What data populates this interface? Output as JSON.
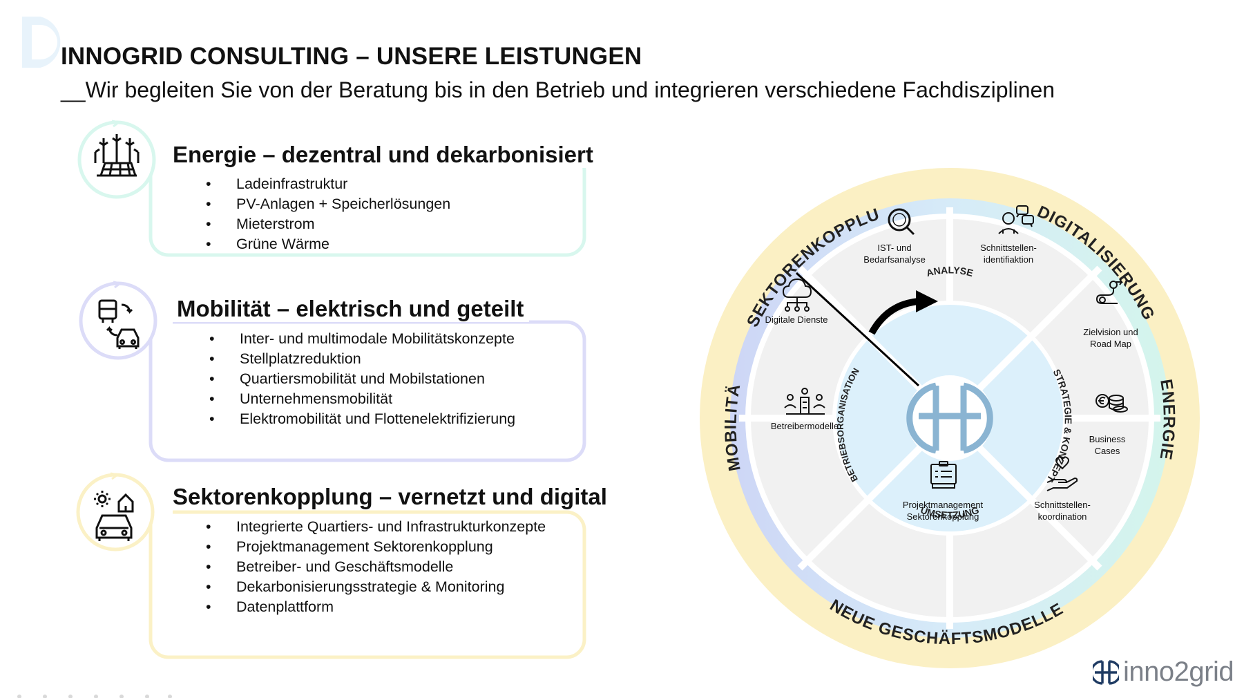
{
  "header": {
    "title": "INNOGRID CONSULTING – UNSERE LEISTUNGEN",
    "subtitle": "__Wir begleiten Sie von der Beratung bis in den Betrieb und integrieren verschiedene Fachdisziplinen"
  },
  "sections": [
    {
      "title": "Energie – dezentral und dekarbonisiert",
      "icon": "solar-wind-icon",
      "color": "#d8f7ee",
      "items": [
        "Ladeinfrastruktur",
        "PV-Anlagen + Speicherlösungen",
        "Mieterstrom",
        "Grüne Wärme"
      ]
    },
    {
      "title": "Mobilität – elektrisch und geteilt",
      "icon": "bus-car-icon",
      "color": "#dcdcf8",
      "items": [
        "Inter- und multimodale Mobilitätskonzepte",
        "Stellplatzreduktion",
        "Quartiersmobilität und Mobilstationen",
        "Unternehmensmobilität",
        "Elektromobilität und Flottenelektrifizierung"
      ]
    },
    {
      "title": "Sektorenkopplung – vernetzt und digital",
      "icon": "car-sun-house-icon",
      "color": "#fbf1c6",
      "items": [
        "Integrierte Quartiers- und Infrastrukturkonzepte",
        "Projektmanagement Sektorenkopplung",
        "Betreiber- und Geschäftsmodelle",
        "Dekarbonisierungsstrategie & Monitoring",
        "Datenplattform"
      ]
    }
  ],
  "wheel": {
    "outer_labels": {
      "top_left": "SEKTORENKOPPLUNG",
      "top_right": "DIGITALISIERUNG",
      "right": "ENERGIE",
      "bottom": "NEUE GESCHÄFTSMODELLE",
      "left": "MOBILITÄT"
    },
    "segments": [
      {
        "line1": "IST- und",
        "line2": "Bedarfsanalyse",
        "icon": "magnifier-icon"
      },
      {
        "line1": "Schnittstellen-",
        "line2": "identifiaktion",
        "icon": "people-chat-icon"
      },
      {
        "line1": "Zielvision und",
        "line2": "Road Map",
        "icon": "road-map-icon"
      },
      {
        "line1": "Business",
        "line2": "Cases",
        "icon": "coins-icon"
      },
      {
        "line1": "Schnittstellen-",
        "line2": "koordination",
        "icon": "hand-heart-icon"
      },
      {
        "line1": "Projektmanagement",
        "line2": "Sektorenkopplung",
        "icon": "clipboard-icon"
      },
      {
        "line1": "Betreibermodelle",
        "line2": "",
        "icon": "building-people-icon"
      },
      {
        "line1": "Digitale Dienste",
        "line2": "",
        "icon": "cloud-network-icon"
      }
    ],
    "phases": {
      "top": "ANALYSE",
      "right": "STRATEGIE & KONZEPT",
      "bottom": "UMSETZUNG",
      "left": "BETRIEBSORGANISATION"
    },
    "colors": {
      "outer_ring": "#fbf0c4",
      "segment_fill": "#f1f1f1",
      "phase_fill": "#dcf0fb",
      "logo_blue": "#8ab4d2"
    }
  },
  "logo": {
    "text": "inno2grid"
  }
}
